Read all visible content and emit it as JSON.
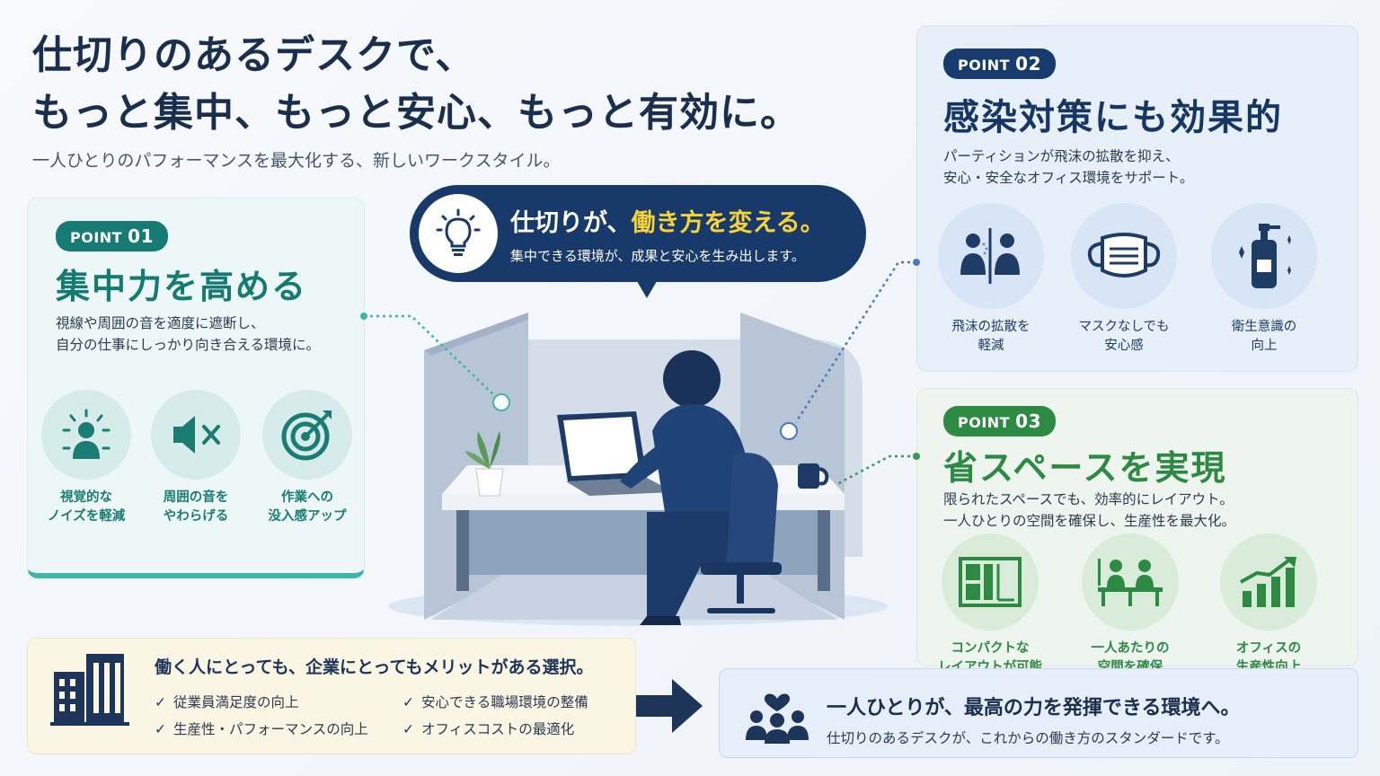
{
  "header": {
    "title_line1": "仕切りのあるデスクで、",
    "title_line2": "もっと集中、もっと安心、もっと有効に。",
    "subtitle": "一人ひとりのパフォーマンスを最大化する、新しいワークスタイル。"
  },
  "bubble": {
    "main_prefix": "仕切りが、",
    "main_highlight": "働き方を変える。",
    "sub": "集中できる環境が、成果と安心を生み出します。",
    "icon": "lightbulb-icon",
    "highlight_color": "#f7d23a"
  },
  "point1": {
    "badge_prefix": "POINT ",
    "badge_num": "01",
    "title": "集中力を高める",
    "desc": "視線や周囲の音を適度に遮断し、\n自分の仕事にしっかり向き合える環境に。",
    "color": "#147b70",
    "items": [
      {
        "icon": "person-focus-icon",
        "label": "視覚的な\nノイズを軽減"
      },
      {
        "icon": "speaker-mute-icon",
        "label": "周囲の音を\nやわらげる"
      },
      {
        "icon": "target-icon",
        "label": "作業への\n没入感アップ"
      }
    ]
  },
  "point2": {
    "badge_prefix": "POINT ",
    "badge_num": "02",
    "title": "感染対策にも効果的",
    "desc": "パーティションが飛沫の拡散を抑え、\n安心・安全なオフィス環境をサポート。",
    "color": "#163763",
    "items": [
      {
        "icon": "partition-people-icon",
        "label": "飛沫の拡散を\n軽減"
      },
      {
        "icon": "mask-icon",
        "label": "マスクなしでも\n安心感"
      },
      {
        "icon": "sanitizer-icon",
        "label": "衛生意識の\n向上"
      }
    ]
  },
  "point3": {
    "badge_prefix": "POINT ",
    "badge_num": "03",
    "title": "省スペースを実現",
    "desc": "限られたスペースでも、効率的にレイアウト。\n一人ひとりの空間を確保し、生産性を最大化。",
    "color": "#2d8a42",
    "items": [
      {
        "icon": "layout-icon",
        "label": "コンパクトな\nレイアウトが可能"
      },
      {
        "icon": "desk-people-icon",
        "label": "一人あたりの\n空間を確保"
      },
      {
        "icon": "growth-chart-icon",
        "label": "オフィスの\n生産性向上"
      }
    ]
  },
  "merit": {
    "title": "働く人にとっても、企業にとってもメリットがある選択。",
    "icon": "building-icon",
    "checks": [
      "従業員満足度の向上",
      "安心できる職場環境の整備",
      "生産性・パフォーマンスの向上",
      "オフィスコストの最適化"
    ]
  },
  "goal": {
    "title": "一人ひとりが、最高の力を発揮できる環境へ。",
    "sub": "仕切りのあるデスクが、これからの働き方のスタンダードです。",
    "icon": "team-heart-icon"
  }
}
